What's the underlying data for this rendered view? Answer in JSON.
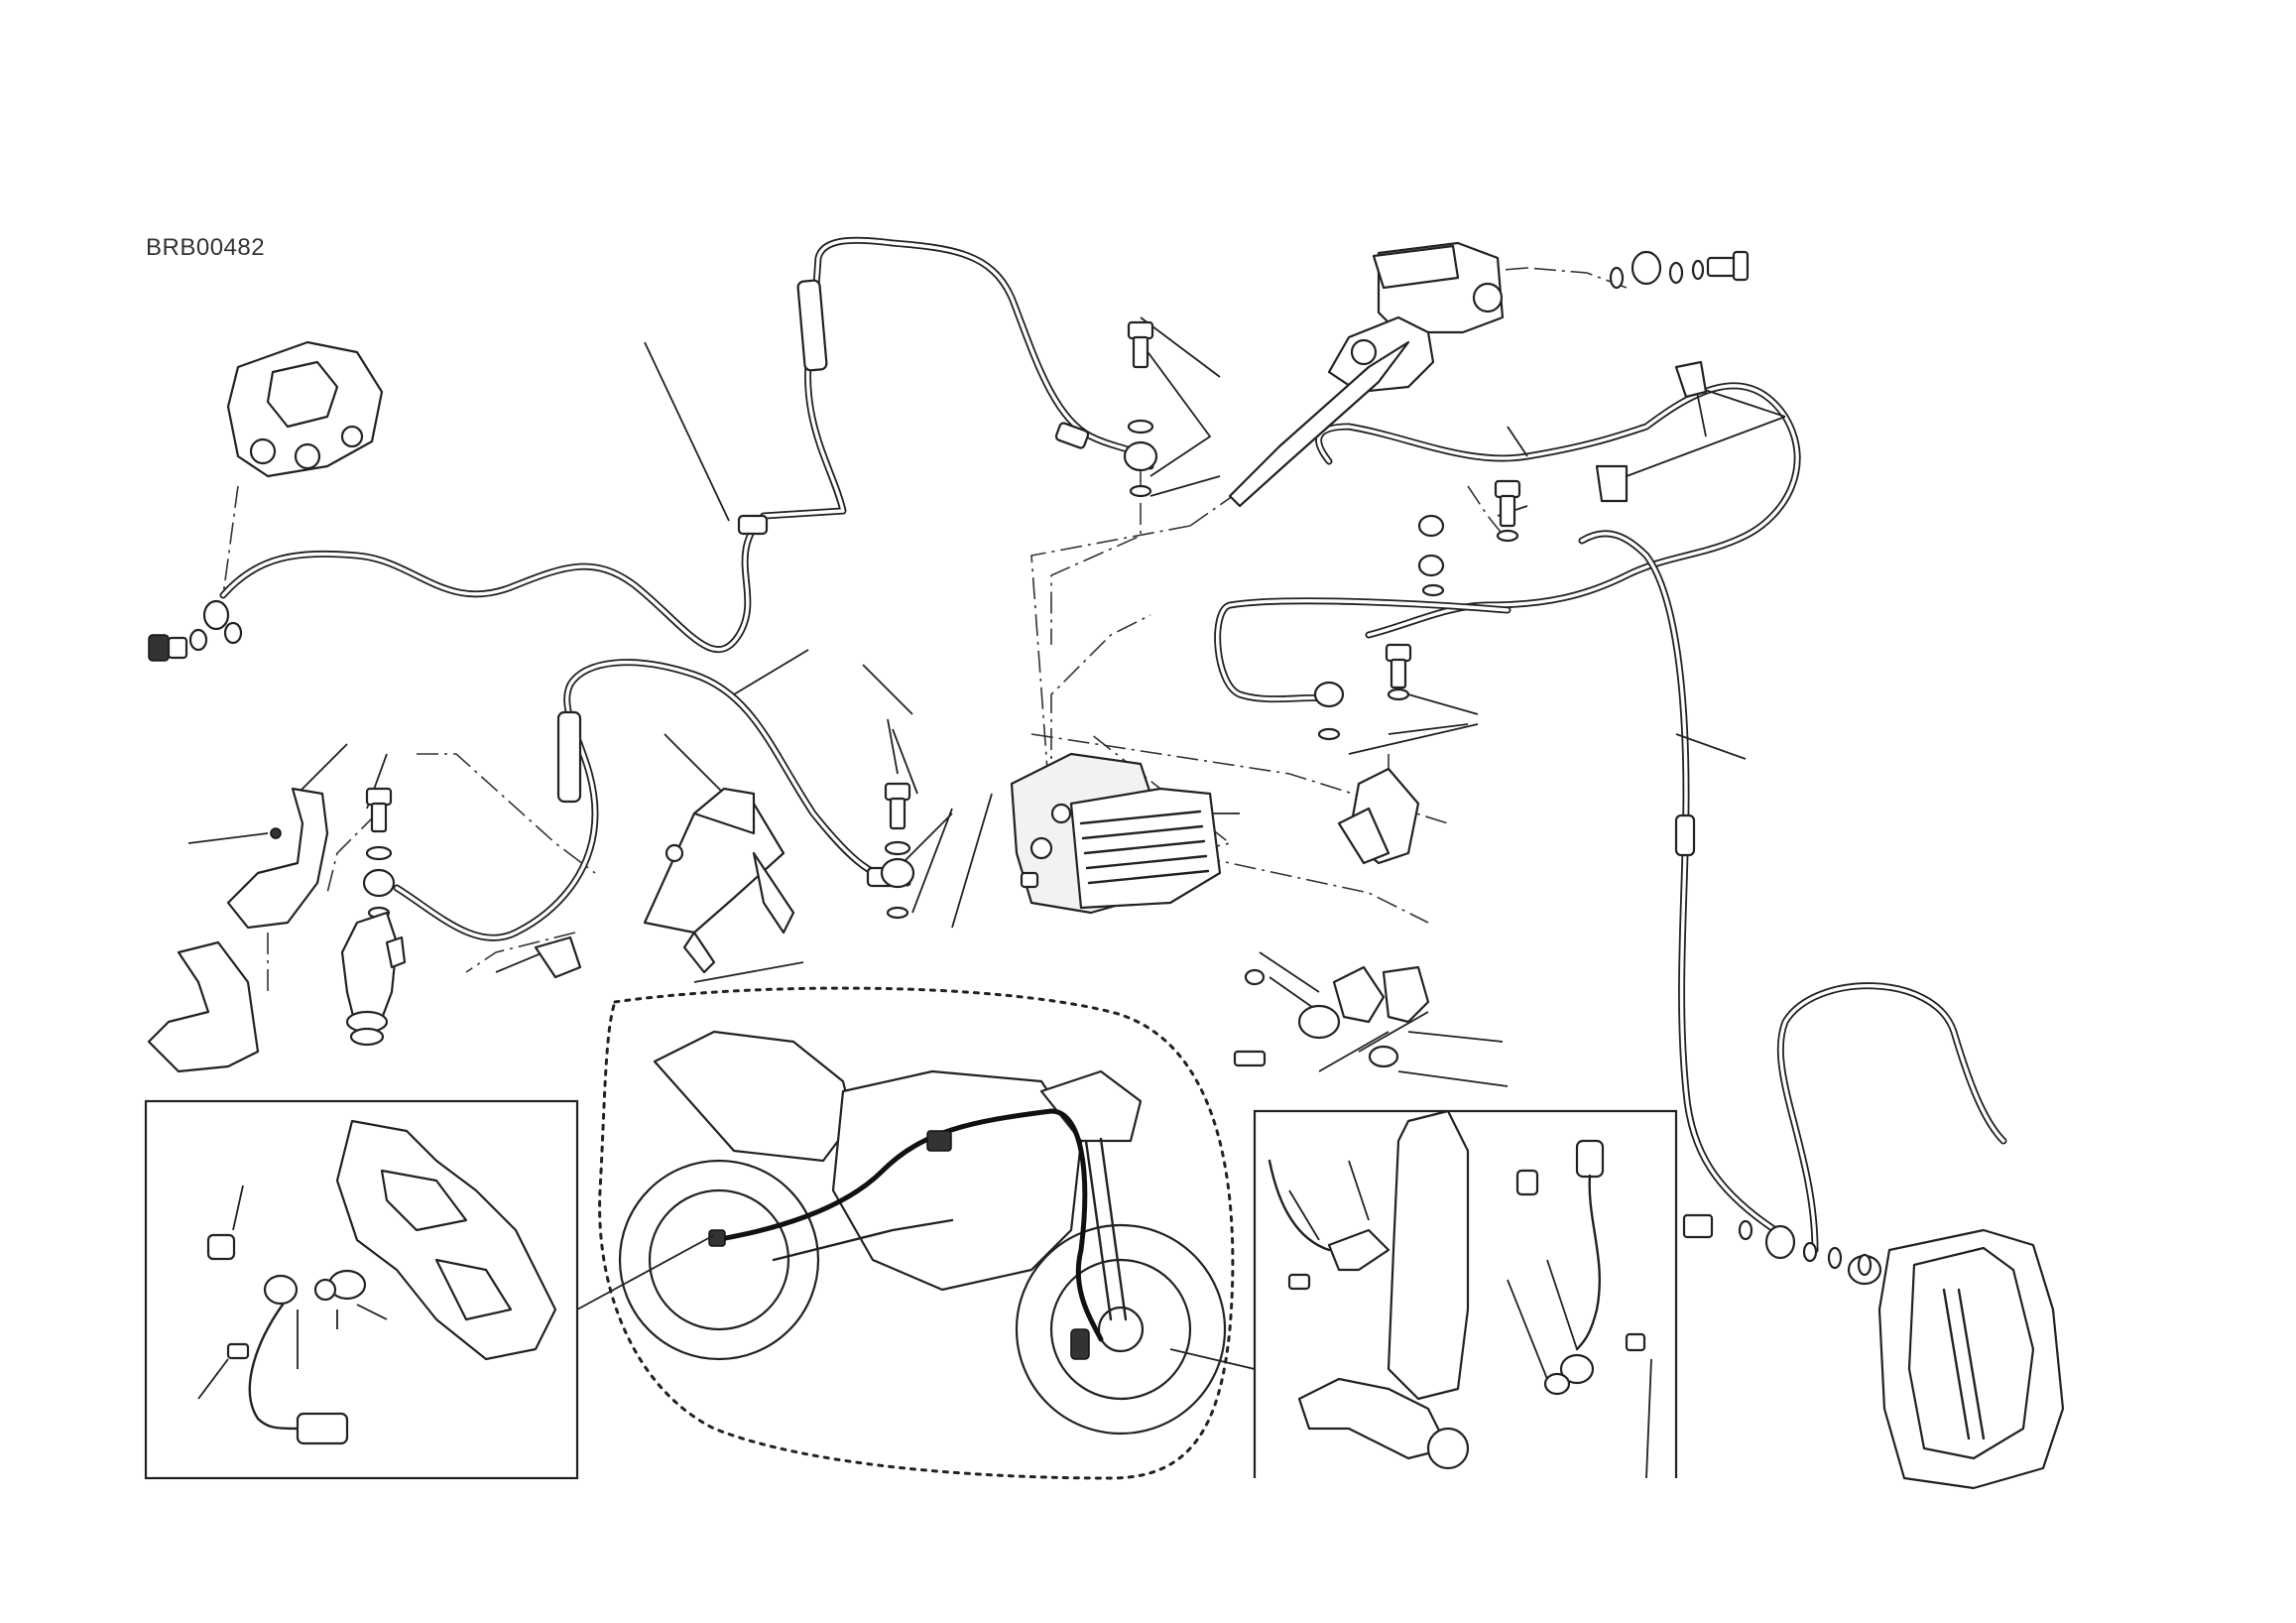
{
  "drawing": {
    "code": "BRB00482"
  },
  "colors": {
    "ink": "#222222",
    "background": "#ffffff"
  },
  "components": [
    {
      "name": "rear-brake-caliper-icon"
    },
    {
      "name": "front-brake-master-cylinder-icon"
    },
    {
      "name": "abs-control-unit-icon"
    },
    {
      "name": "front-brake-caliper-icon"
    },
    {
      "name": "rear-brake-master-cylinder-icon"
    },
    {
      "name": "motorcycle-overview-icon"
    },
    {
      "name": "rear-wheel-speed-sensor-detail"
    },
    {
      "name": "front-wheel-speed-sensor-detail"
    }
  ]
}
